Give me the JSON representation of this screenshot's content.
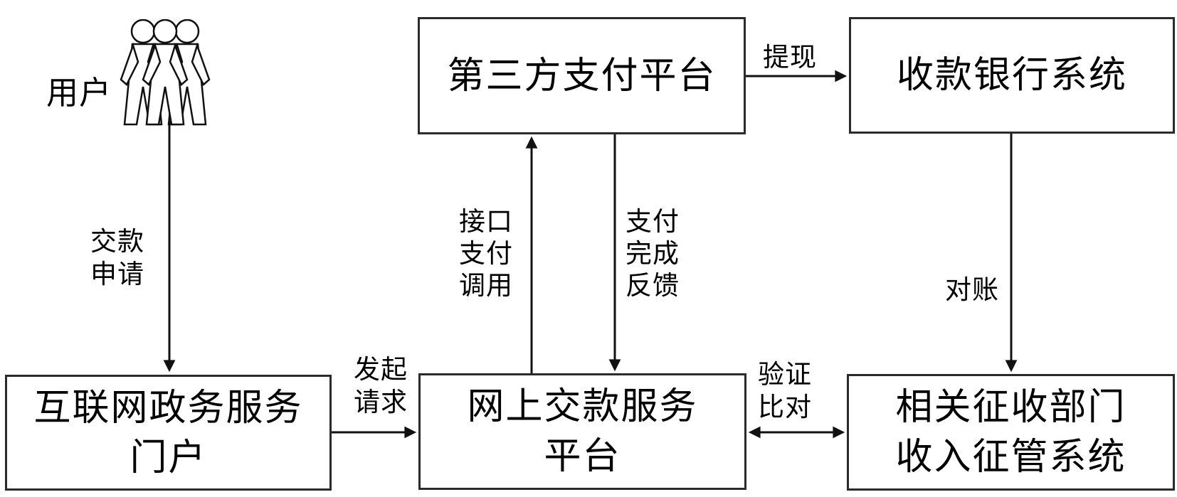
{
  "nodes": {
    "user": {
      "label": "用户"
    },
    "third_party_platform": {
      "label": "第三方支付平台"
    },
    "bank_system": {
      "label": "收款银行系统"
    },
    "gov_portal": {
      "line1": "互联网政务服务",
      "line2": "门户"
    },
    "online_payment_platform": {
      "line1": "网上交款服务",
      "line2": "平台"
    },
    "collection_system": {
      "line1": "相关征收部门",
      "line2": "收入征管系统"
    }
  },
  "edges": {
    "payment_application": {
      "line1": "交款",
      "line2": "申请"
    },
    "initiate_request": {
      "line1": "发起",
      "line2": "请求"
    },
    "interface_payment_call": {
      "line1": "接口",
      "line2": "支付",
      "line3": "调用"
    },
    "payment_completion_feedback": {
      "line1": "支付",
      "line2": "完成",
      "line3": "反馈"
    },
    "withdrawal": {
      "label": "提现"
    },
    "reconciliation": {
      "label": "对账"
    },
    "verification_comparison": {
      "line1": "验证",
      "line2": "比对"
    }
  },
  "icons": {
    "user_group": "three-people-icon"
  },
  "colors": {
    "background": "#ffffff",
    "line": "#111111",
    "box_border": "#2b2b2b",
    "text": "#000000"
  }
}
